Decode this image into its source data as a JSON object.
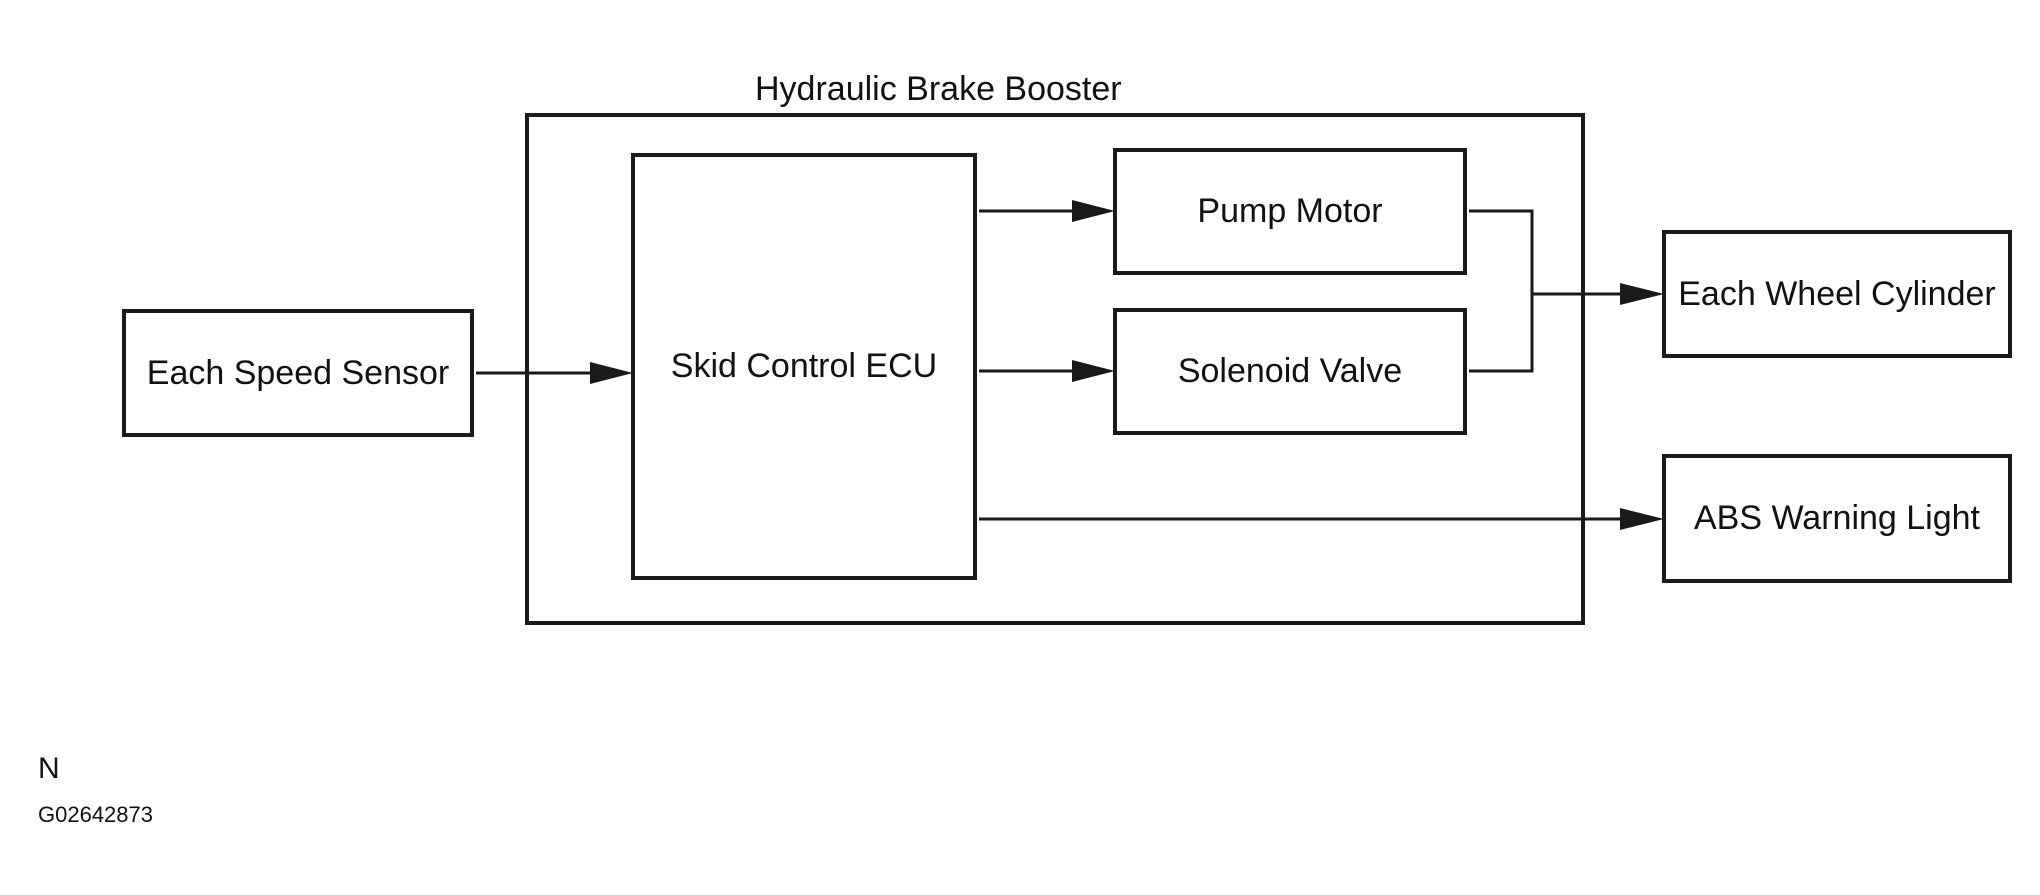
{
  "group": {
    "title": "Hydraulic Brake Booster"
  },
  "blocks": {
    "speed_sensor": "Each Speed Sensor",
    "skid_ecu": "Skid Control ECU",
    "pump_motor": "Pump Motor",
    "solenoid_valve": "Solenoid Valve",
    "wheel_cylinder": "Each Wheel Cylinder",
    "abs_light": "ABS Warning Light"
  },
  "connections": [
    {
      "from": "Each Speed Sensor",
      "to": "Skid Control ECU"
    },
    {
      "from": "Skid Control ECU",
      "to": "Pump Motor"
    },
    {
      "from": "Skid Control ECU",
      "to": "Solenoid Valve"
    },
    {
      "from": "Pump Motor",
      "to": "Each Wheel Cylinder"
    },
    {
      "from": "Solenoid Valve",
      "to": "Each Wheel Cylinder"
    },
    {
      "from": "Skid Control ECU",
      "to": "ABS Warning Light"
    }
  ],
  "footer": {
    "orientation": "N",
    "figure_code": "G02642873"
  }
}
